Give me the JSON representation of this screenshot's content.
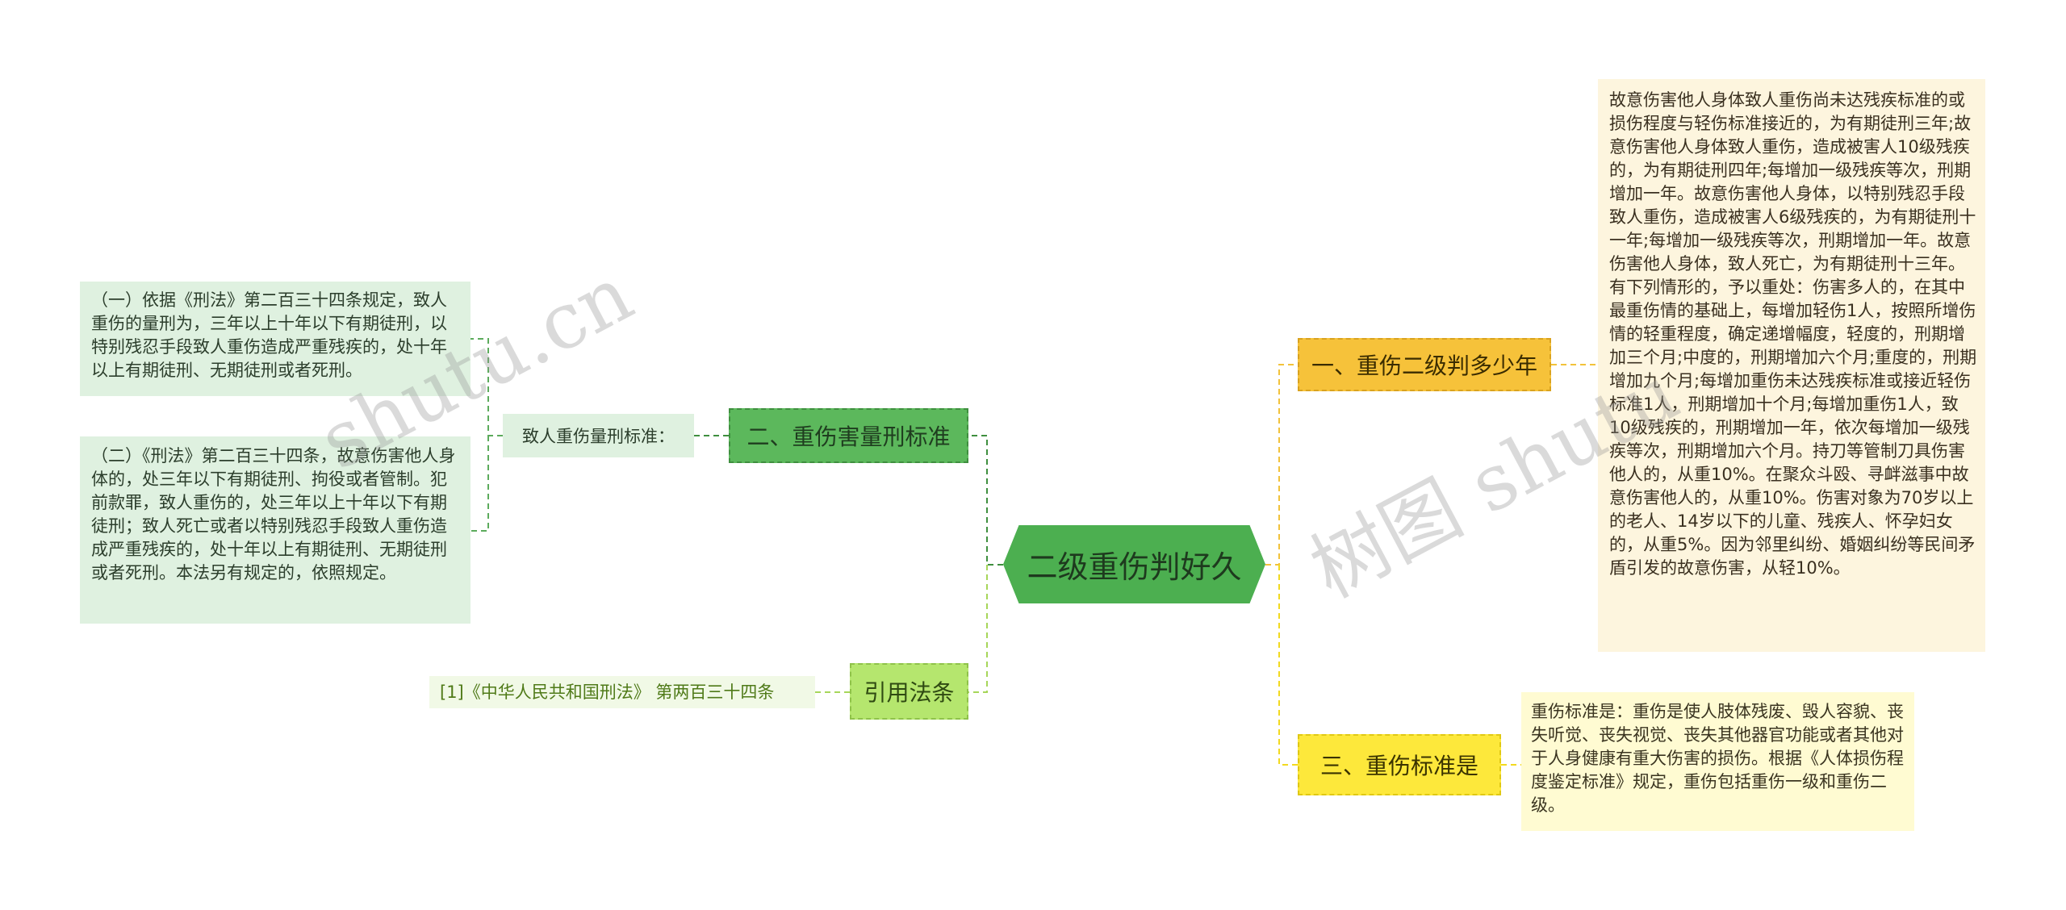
{
  "root": {
    "label": "二级重伤判好久"
  },
  "branches": {
    "b1": {
      "label": "一、重伤二级判多少年"
    },
    "b2": {
      "label": "二、重伤害量刑标准"
    },
    "b3": {
      "label": "三、重伤标准是"
    },
    "b4": {
      "label": "引用法条"
    }
  },
  "sub": {
    "b2_mid": "致人重伤量刑标准："
  },
  "leaves": {
    "b1_text": "故意伤害他人身体致人重伤尚未达残疾标准的或损伤程度与轻伤标准接近的，为有期徒刑三年;故意伤害他人身体致人重伤，造成被害人10级残疾的，为有期徒刑四年;每增加一级残疾等次，刑期增加一年。故意伤害他人身体，以特别残忍手段致人重伤，造成被害人6级残疾的，为有期徒刑十一年;每增加一级残疾等次，刑期增加一年。故意伤害他人身体，致人死亡，为有期徒刑十三年。有下列情形的，予以重处：伤害多人的，在其中最重伤情的基础上，每增加轻伤1人，按照所增伤情的轻重程度，确定递增幅度，轻度的，刑期增加三个月;中度的，刑期增加六个月;重度的，刑期增加九个月;每增加重伤未达残疾标准或接近轻伤标准1人，刑期增加十个月;每增加重伤1人，致10级残疾的，刑期增加一年，依次每增加一级残疾等次，刑期增加六个月。持刀等管制刀具伤害他人的，从重10%。在聚众斗殴、寻衅滋事中故意伤害他人的，从重10%。伤害对象为70岁以上的老人、14岁以下的儿童、残疾人、怀孕妇女的，从重5%。因为邻里纠纷、婚姻纠纷等民间矛盾引发的故意伤害，从轻10%。",
    "b2_text1": "（一）依据《刑法》第二百三十四条规定，致人重伤的量刑为，三年以上十年以下有期徒刑，以特别残忍手段致人重伤造成严重残疾的，处十年以上有期徒刑、无期徒刑或者死刑。",
    "b2_text2": "（二）《刑法》第二百三十四条，故意伤害他人身体的，处三年以下有期徒刑、拘役或者管制。犯前款罪，致人重伤的，处三年以上十年以下有期徒刑；致人死亡或者以特别残忍手段致人重伤造成严重残疾的，处十年以上有期徒刑、无期徒刑或者死刑。本法另有规定的，依照规定。",
    "b3_text": "重伤标准是：重伤是使人肢体残废、毁人容貌、丧失听觉、丧失视觉、丧失其他器官功能或者其他对于人身健康有重大伤害的损伤。根据《人体损伤程度鉴定标准》规定，重伤包括重伤一级和重伤二级。",
    "b4_text": "[1]《中华人民共和国刑法》 第两百三十四条"
  },
  "watermarks": [
    "shutu.cn",
    "树图 shutu"
  ],
  "colors": {
    "root": "#4caf50",
    "green": "#5cb85c",
    "lime": "#b5e66e",
    "orange": "#f6c23a",
    "yellow": "#fde83b"
  }
}
